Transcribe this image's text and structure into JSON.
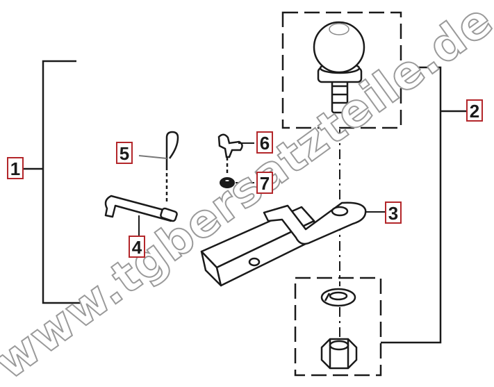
{
  "diagram": {
    "callouts": [
      {
        "id": "1",
        "label": "1"
      },
      {
        "id": "2",
        "label": "2"
      },
      {
        "id": "3",
        "label": "3"
      },
      {
        "id": "4",
        "label": "4"
      },
      {
        "id": "5",
        "label": "5"
      },
      {
        "id": "6",
        "label": "6"
      },
      {
        "id": "7",
        "label": "7"
      }
    ],
    "watermark": "www.tgbersatzteile.de",
    "colors": {
      "line": "#1a1a1a",
      "callout_box": "#b3262a",
      "watermark_outline": "#9a9a9a"
    }
  }
}
